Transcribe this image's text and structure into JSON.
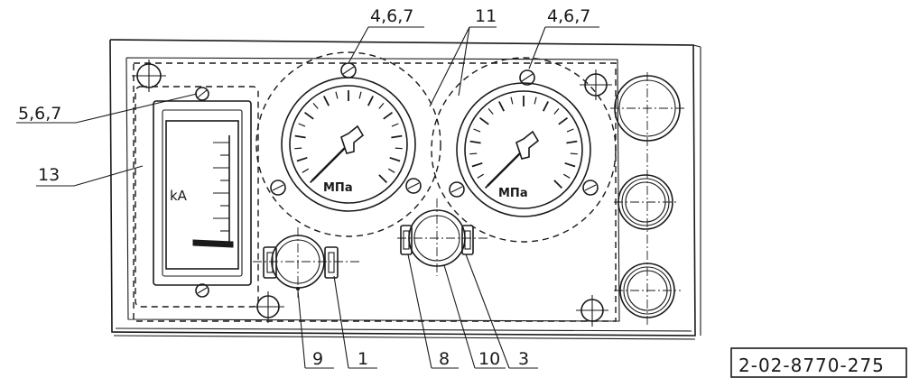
{
  "callouts": {
    "c467_left": "4,6,7",
    "c11": "11",
    "c467_right": "4,6,7",
    "c567": "5,6,7",
    "c13": "13",
    "c9": "9",
    "c1": "1",
    "c8": "8",
    "c10": "10",
    "c3": "3"
  },
  "ammeter": {
    "unit": "kA"
  },
  "gauge_left": {
    "unit": "МПа"
  },
  "gauge_right": {
    "unit": "МПа"
  },
  "drawing_number": "2-02-8770-275"
}
